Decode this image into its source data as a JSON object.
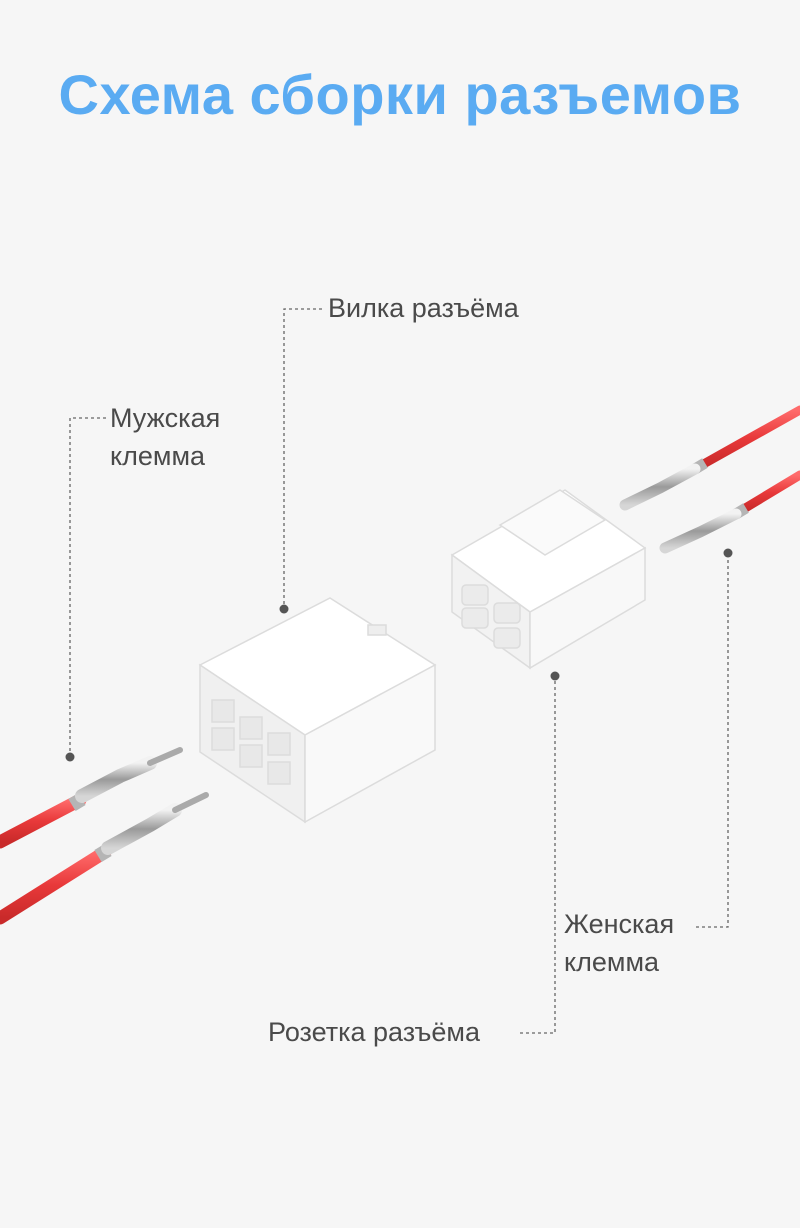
{
  "title": "Схема сборки разъемов",
  "labels": {
    "plug": "Вилка разъёма",
    "male_line1": "Мужская",
    "male_line2": "клемма",
    "female_line1": "Женская",
    "female_line2": "клемма",
    "socket": "Розетка разъёма"
  },
  "colors": {
    "title": "#5aabf2",
    "wire": "#e8393a",
    "housing": "#fbfbfb",
    "leader": "#666666"
  }
}
